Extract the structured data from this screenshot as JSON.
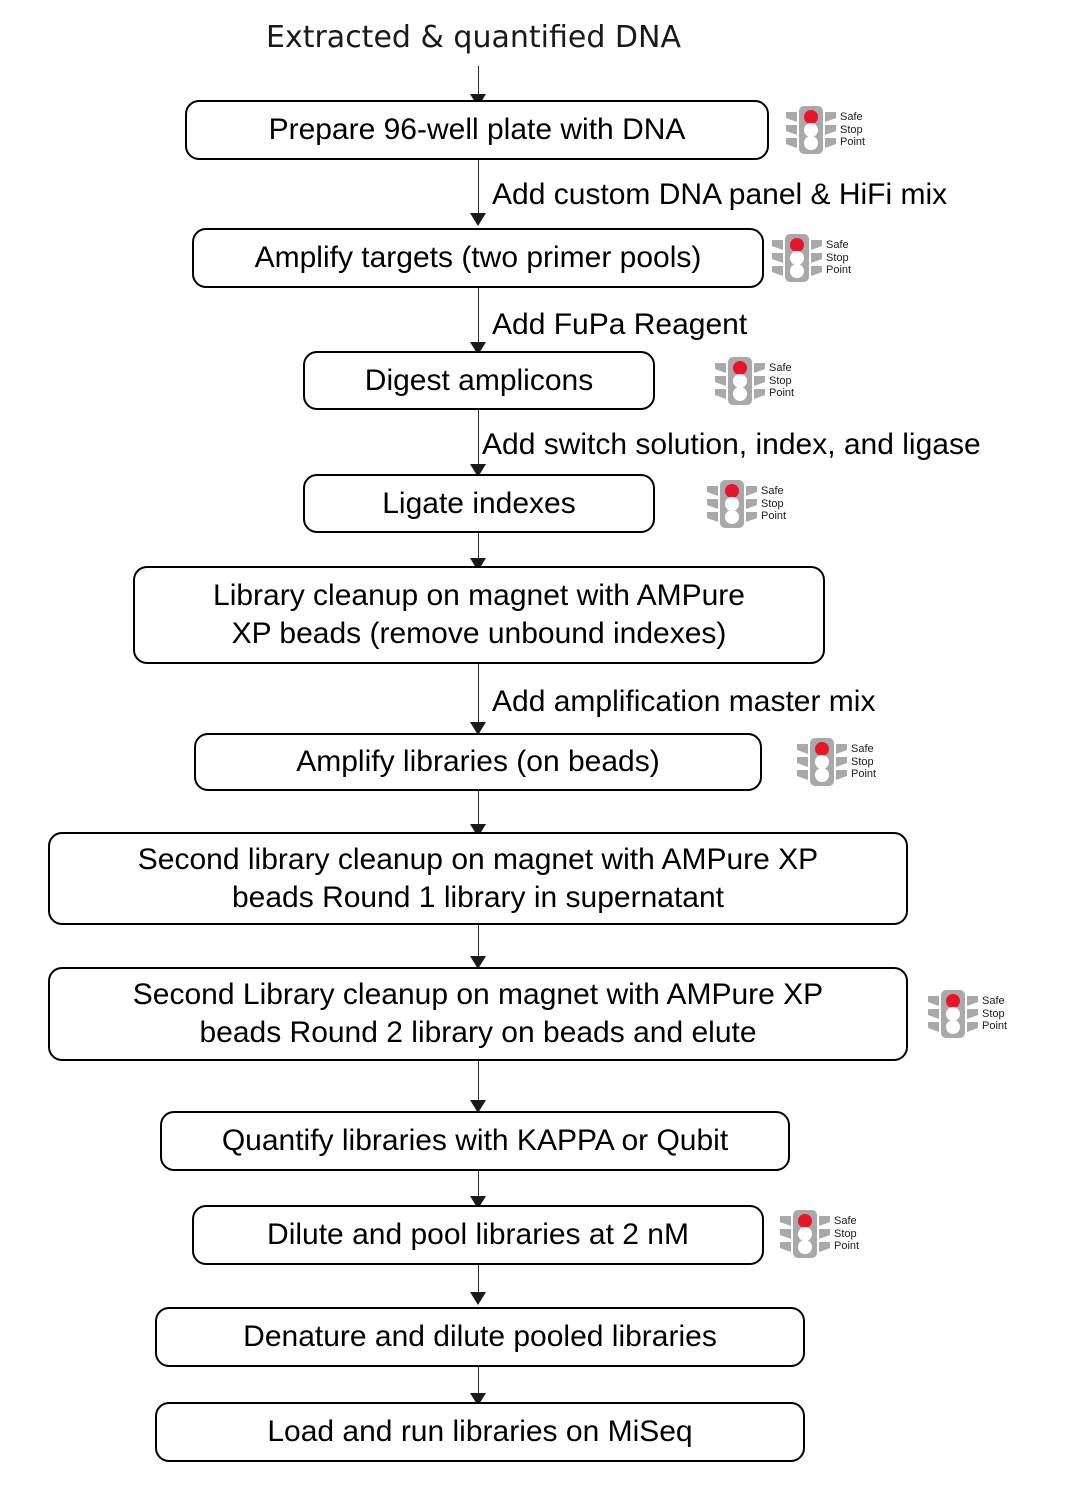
{
  "diagram": {
    "title_caption": "Extracted & quantified DNA",
    "safe_stop": {
      "line1": "Safe",
      "line2": "Stop",
      "line3": "Point",
      "icon": "traffic-light-icon",
      "lamp_on_color": "#e8142a",
      "housing_color": "#a9a9a9",
      "lamp_off_color": "#ffffff"
    },
    "nodes": [
      {
        "id": "n1",
        "label": "Prepare 96-well plate with DNA",
        "safe_stop": true
      },
      {
        "id": "n2",
        "label": "Amplify targets (two primer pools)",
        "safe_stop": true
      },
      {
        "id": "n3",
        "label": "Digest amplicons",
        "safe_stop": true
      },
      {
        "id": "n4",
        "label": "Ligate indexes",
        "safe_stop": true
      },
      {
        "id": "n5",
        "label": "Library cleanup on magnet with AMPure XP beads (remove unbound indexes)",
        "safe_stop": false
      },
      {
        "id": "n6",
        "label": "Amplify libraries (on beads)",
        "safe_stop": true
      },
      {
        "id": "n7",
        "label": "Second library cleanup on magnet with AMPure XP beads Round 1 library in supernatant",
        "safe_stop": false
      },
      {
        "id": "n8",
        "label": "Second Library cleanup on magnet with AMPure XP beads Round 2 library on beads and elute",
        "safe_stop": true
      },
      {
        "id": "n9",
        "label": "Quantify libraries with KAPPA or Qubit",
        "safe_stop": false
      },
      {
        "id": "n10",
        "label": "Dilute and pool libraries at 2 nM",
        "safe_stop": true
      },
      {
        "id": "n11",
        "label": "Denature and dilute pooled libraries",
        "safe_stop": false
      },
      {
        "id": "n12",
        "label": "Load and run libraries on MiSeq",
        "safe_stop": false
      }
    ],
    "node_line_breaks": {
      "n5": [
        "Library cleanup on magnet with AMPure",
        "XP beads (remove unbound indexes)"
      ],
      "n7": [
        "Second library cleanup on magnet with AMPure XP",
        "beads Round 1 library in supernatant"
      ],
      "n8": [
        "Second Library cleanup on magnet with AMPure XP",
        "beads Round 2 library on beads and elute"
      ]
    },
    "edge_labels": [
      {
        "id": "e1",
        "text": "Add custom DNA panel & HiFi mix"
      },
      {
        "id": "e2",
        "text": "Add FuPa Reagent"
      },
      {
        "id": "e3",
        "text": "Add switch solution, index, and ligase"
      },
      {
        "id": "e4",
        "text": "Add amplification master mix"
      }
    ]
  }
}
